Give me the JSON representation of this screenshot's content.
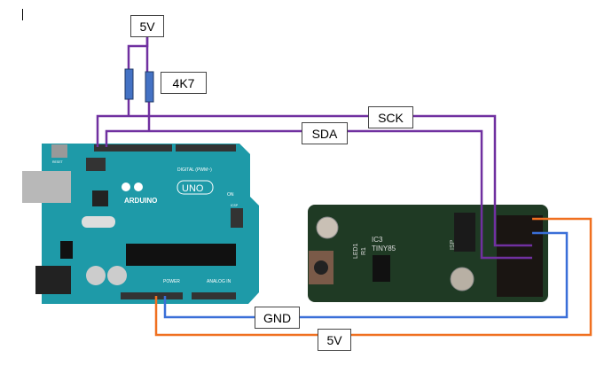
{
  "labels": {
    "top_5v": "5V",
    "resistor_value": "4K7",
    "sck": "SCK",
    "sda": "SDA",
    "gnd": "GND",
    "bottom_5v": "5V"
  },
  "arduino": {
    "logo": "ARDUINO",
    "model": "UNO",
    "digital_header": "DIGITAL (PWM~)",
    "power_header": "POWER",
    "analog_header": "ANALOG IN",
    "on_label": "ON",
    "reset_label": "RESET",
    "icsp_label": "ICSP"
  },
  "module": {
    "ic_label": "IC3",
    "chip_label": "TINY85",
    "led_label": "LED1",
    "resistor_label": "R1",
    "isp_label": "ISP"
  },
  "colors": {
    "i2c_wire": "#7030a0",
    "gnd_wire": "#3a6fd8",
    "power_wire": "#f07020",
    "resistor": "#4472c4",
    "arduino_board": "#1e9aa8",
    "module_board": "#1f3a24"
  }
}
